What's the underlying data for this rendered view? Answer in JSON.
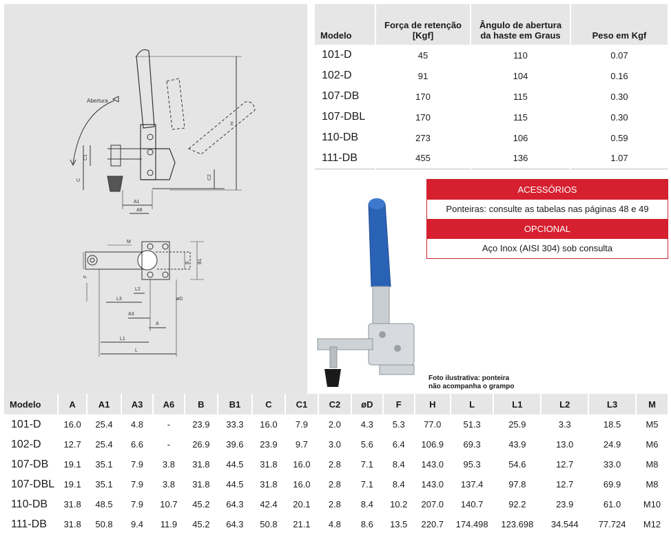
{
  "drawing": {
    "abertura_label": "Abertura",
    "top_view_labels": [
      "H",
      "C1",
      "C",
      "C2",
      "A1",
      "A6"
    ],
    "plan_view_labels": [
      "M",
      "B",
      "B1",
      "F",
      "L2",
      "L3",
      "A3",
      "A",
      "øD",
      "L1",
      "L"
    ]
  },
  "spec_table": {
    "headers": [
      "Modelo",
      "Força de retenção [Kgf]",
      "Ângulo de abertura da haste em Graus",
      "Peso em Kgf"
    ],
    "rows": [
      [
        "101-D",
        "45",
        "110",
        "0.07"
      ],
      [
        "102-D",
        "91",
        "104",
        "0.16"
      ],
      [
        "107-DB",
        "170",
        "115",
        "0.30"
      ],
      [
        "107-DBL",
        "170",
        "115",
        "0.30"
      ],
      [
        "110-DB",
        "273",
        "106",
        "0.59"
      ],
      [
        "111-DB",
        "455",
        "136",
        "1.07"
      ]
    ]
  },
  "accessories": {
    "title": "ACESSÓRIOS",
    "text": "Ponteiras: consulte as tabelas nas páginas 48 e 49",
    "optional_title": "OPCIONAL",
    "optional_text": "Aço Inox (AISI 304) sob consulta"
  },
  "photo": {
    "caption_line1": "Foto ilustrativa: ponteira",
    "caption_line2": "não acompanha o grampo"
  },
  "dim_table": {
    "headers": [
      "Modelo",
      "A",
      "A1",
      "A3",
      "A6",
      "B",
      "B1",
      "C",
      "C1",
      "C2",
      "øD",
      "F",
      "H",
      "L",
      "L1",
      "L2",
      "L3",
      "M"
    ],
    "rows": [
      [
        "101-D",
        "16.0",
        "25.4",
        "4.8",
        "-",
        "23.9",
        "33.3",
        "16.0",
        "7.9",
        "2.0",
        "4.3",
        "5.3",
        "77.0",
        "51.3",
        "25.9",
        "3.3",
        "18.5",
        "M5"
      ],
      [
        "102-D",
        "12.7",
        "25.4",
        "6.6",
        "-",
        "26.9",
        "39.6",
        "23.9",
        "9.7",
        "3.0",
        "5.6",
        "6.4",
        "106.9",
        "69.3",
        "43.9",
        "13.0",
        "24.9",
        "M6"
      ],
      [
        "107-DB",
        "19.1",
        "35.1",
        "7.9",
        "3.8",
        "31.8",
        "44.5",
        "31.8",
        "16.0",
        "2.8",
        "7.1",
        "8.4",
        "143.0",
        "95.3",
        "54.6",
        "12.7",
        "33.0",
        "M8"
      ],
      [
        "107-DBL",
        "19.1",
        "35.1",
        "7.9",
        "3.8",
        "31.8",
        "44.5",
        "31.8",
        "16.0",
        "2.8",
        "7.1",
        "8.4",
        "143.0",
        "137.4",
        "97.8",
        "12.7",
        "69.9",
        "M8"
      ],
      [
        "110-DB",
        "31.8",
        "48.5",
        "7.9",
        "10.7",
        "45.2",
        "64.3",
        "42.4",
        "20.1",
        "2.8",
        "8.4",
        "10.2",
        "207.0",
        "140.7",
        "92.2",
        "23.9",
        "61.0",
        "M10"
      ],
      [
        "111-DB",
        "31.8",
        "50.8",
        "9.4",
        "11.9",
        "45.2",
        "64.3",
        "50.8",
        "21.1",
        "4.8",
        "8.6",
        "13.5",
        "220.7",
        "174.498",
        "123.698",
        "34.544",
        "77.724",
        "M12"
      ]
    ]
  },
  "colors": {
    "accent_red": "#d6202f",
    "handle_blue": "#2a63b6",
    "panel_gray": "#e5e5e5"
  }
}
